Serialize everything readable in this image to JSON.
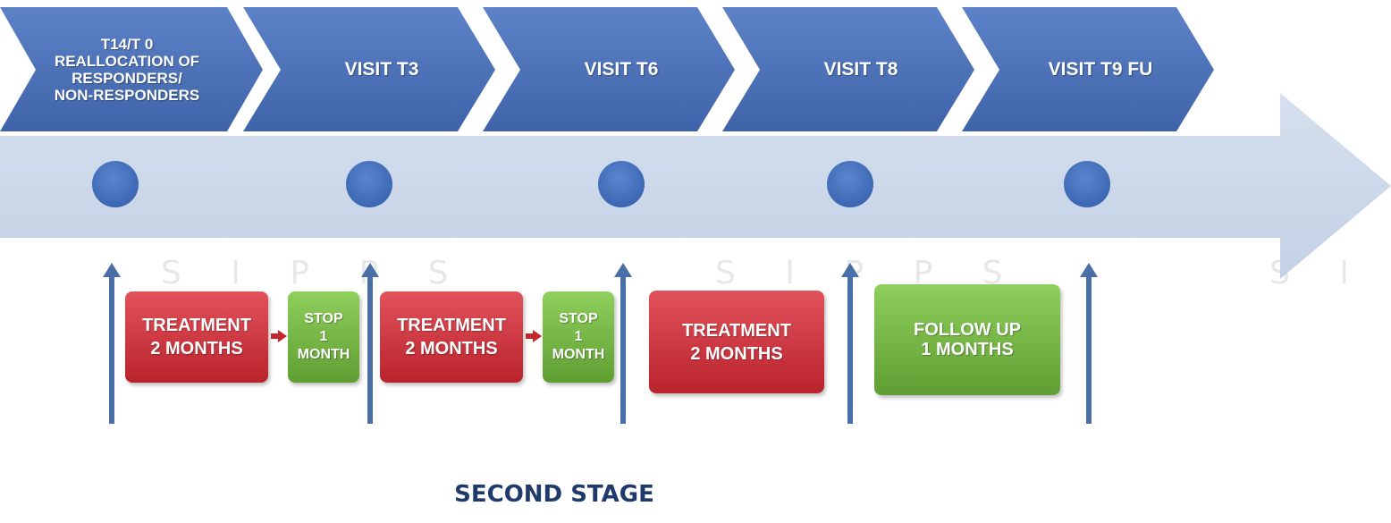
{
  "watermark": {
    "logo_text": "SIPPS"
  },
  "colors": {
    "chevron": "#4f74bb",
    "timeline_band": "#cdd9ea",
    "dot": "#3b66b0",
    "arrow": "#4a6fa8",
    "treatment": "#cc333b",
    "pause": "#78b844"
  },
  "chevrons": [
    {
      "label": "T14/T 0\nREALLOCATION OF\nRESPONDERS/\nNON-RESPONDERS"
    },
    {
      "label": "VISIT T3"
    },
    {
      "label": "VISIT T6"
    },
    {
      "label": "VISIT T8"
    },
    {
      "label": "VISIT T9 FU"
    }
  ],
  "phases": [
    {
      "label": "TREATMENT\n2 MONTHS",
      "kind": "treatment"
    },
    {
      "label": "STOP\n1\nMONTH",
      "kind": "pause"
    },
    {
      "label": "TREATMENT\n2 MONTHS",
      "kind": "treatment"
    },
    {
      "label": "STOP\n1\nMONTH",
      "kind": "pause"
    },
    {
      "label": "TREATMENT\n2 MONTHS",
      "kind": "treatment"
    },
    {
      "label": "FOLLOW UP\n1  MONTHS",
      "kind": "follow-up"
    }
  ],
  "stage_label": "SECOND STAGE"
}
